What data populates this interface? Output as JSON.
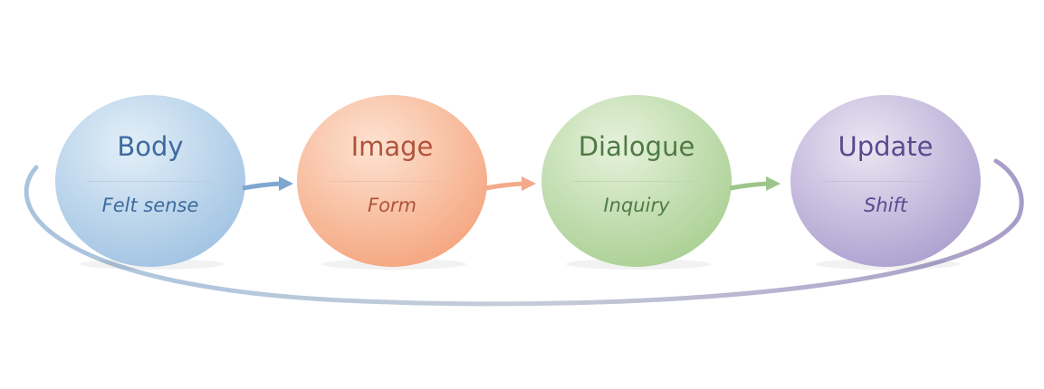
{
  "stages": [
    {
      "title": "Body",
      "subtitle": "Felt sense",
      "color": "#3e6a9e",
      "fill_light": "#dcebf6",
      "fill_dark": "#9dc0e0",
      "arrow": "#7fa6cf"
    },
    {
      "title": "Image",
      "subtitle": "Form",
      "color": "#b0543a",
      "fill_light": "#fde1cf",
      "fill_dark": "#f5a57f",
      "arrow": "#f4a98a"
    },
    {
      "title": "Dialogue",
      "subtitle": "Inquiry",
      "color": "#4f7a45",
      "fill_light": "#e3f0d8",
      "fill_dark": "#a8cf90",
      "arrow": "#9cc58a"
    },
    {
      "title": "Update",
      "subtitle": "Shift",
      "color": "#5a4a8e",
      "fill_light": "#e7e2f1",
      "fill_dark": "#ab9fcf",
      "arrow": "#9d90c8"
    }
  ]
}
